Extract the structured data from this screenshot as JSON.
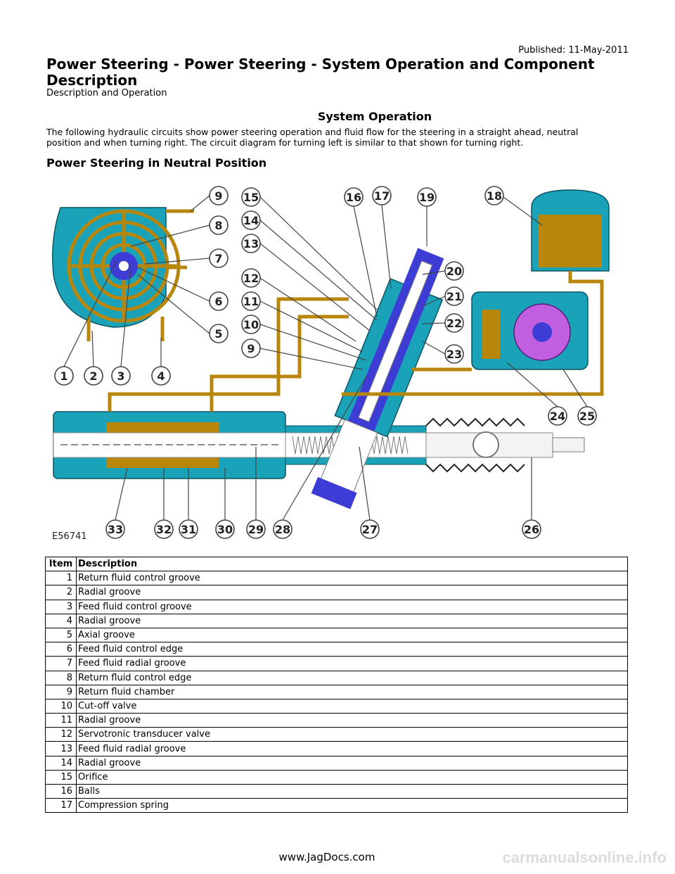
{
  "header": {
    "published": "Published: 11-May-2011",
    "title": "Power Steering - Power Steering   - System Operation and Component Description",
    "subtitle": "Description and Operation"
  },
  "section": {
    "heading": "System Operation",
    "intro": "The following hydraulic circuits show power steering operation and fluid flow for the steering in a straight ahead, neutral position and when turning right. The circuit diagram for turning left is similar to that shown for turning right.",
    "subheading": "Power Steering in Neutral Position"
  },
  "diagram": {
    "figure_id": "E56741",
    "callouts": [
      "1",
      "2",
      "3",
      "4",
      "5",
      "6",
      "7",
      "8",
      "9",
      "15",
      "14",
      "13",
      "12",
      "11",
      "10",
      "9",
      "16",
      "17",
      "19",
      "18",
      "20",
      "21",
      "22",
      "23",
      "24",
      "25",
      "33",
      "32",
      "31",
      "30",
      "29",
      "28",
      "27",
      "26"
    ],
    "colors": {
      "fluid": "#b8860b",
      "housing": "#1aa3b8",
      "valve": "#3d3dd6",
      "pump": "#c060e0"
    }
  },
  "table": {
    "headers": [
      "Item",
      "Description"
    ],
    "rows": [
      [
        "1",
        "Return fluid control groove"
      ],
      [
        "2",
        "Radial groove"
      ],
      [
        "3",
        "Feed fluid control groove"
      ],
      [
        "4",
        "Radial groove"
      ],
      [
        "5",
        "Axial groove"
      ],
      [
        "6",
        "Feed fluid control edge"
      ],
      [
        "7",
        "Feed fluid radial groove"
      ],
      [
        "8",
        "Return fluid control edge"
      ],
      [
        "9",
        "Return fluid chamber"
      ],
      [
        "10",
        "Cut-off valve"
      ],
      [
        "11",
        "Radial groove"
      ],
      [
        "12",
        "Servotronic transducer valve"
      ],
      [
        "13",
        "Feed fluid radial groove"
      ],
      [
        "14",
        "Radial groove"
      ],
      [
        "15",
        "Orifice"
      ],
      [
        "16",
        "Balls"
      ],
      [
        "17",
        "Compression spring"
      ]
    ]
  },
  "footer": {
    "site": "www.JagDocs.com",
    "watermark": "carmanualsonline.info"
  }
}
